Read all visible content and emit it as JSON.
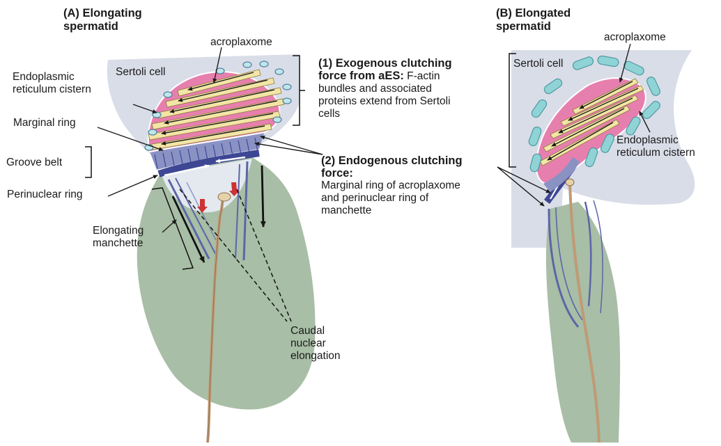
{
  "panel_a": {
    "title": [
      "(A) Elongating",
      "spermatid"
    ],
    "labels": {
      "acroplaxome": "acroplaxome",
      "sertoli": "Sertoli cell",
      "er": [
        "Endoplasmic",
        "reticulum cistern"
      ],
      "marginal": "Marginal ring",
      "groove": "Groove belt",
      "perinuclear": "Perinuclear ring",
      "manchette": [
        "Elongating",
        "manchette"
      ],
      "caudal": [
        "Caudal",
        "nuclear",
        "elongation"
      ]
    }
  },
  "panel_b": {
    "title": [
      "(B) Elongated",
      "spermatid"
    ],
    "labels": {
      "acroplaxome": "acroplaxome",
      "sertoli": "Sertoli cell",
      "er": [
        "Endoplasmic",
        "reticulum cistern"
      ]
    }
  },
  "forces": {
    "exo_l1": "(1) Exogenous clutching",
    "exo_l2_bold": "force from  aES:",
    "exo_l2_rest": " F-actin",
    "exo_rest": [
      "bundles and associated",
      "proteins extend from Sertoli",
      "cells"
    ],
    "endo_title": [
      "(2) Endogenous clutching",
      "force:"
    ],
    "endo_rest": [
      "Marginal ring of acroplaxome",
      "and perinuclear ring of",
      "manchette"
    ]
  },
  "colors": {
    "sertoli": "#d9dde8",
    "cell_body": "#a8bea6",
    "acrosome": "#e77fae",
    "actin": "#f3e5a6",
    "er": "#8fd3d6",
    "manchette": "#5c65a8",
    "tail": "#c09a74"
  }
}
